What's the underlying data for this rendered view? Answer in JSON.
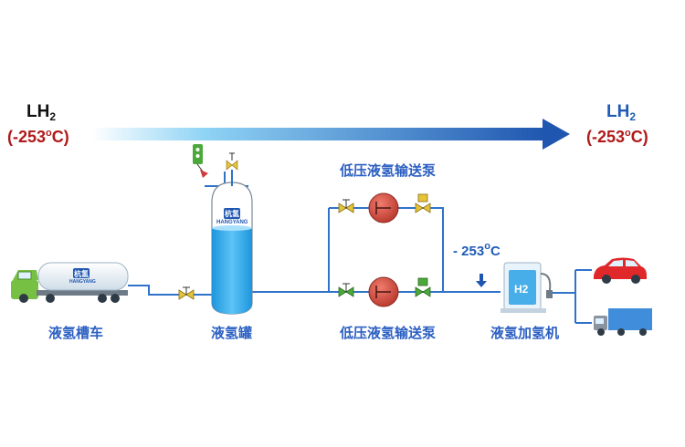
{
  "header": {
    "left": {
      "main": "LH",
      "sub": "2",
      "temp": "(-253",
      "temp_sup": "o",
      "temp_unit": "C)"
    },
    "right": {
      "main": "LH",
      "sub": "2",
      "temp": "(-253",
      "temp_sup": "o",
      "temp_unit": "C)"
    }
  },
  "labels": {
    "truck": "液氢槽车",
    "tank": "液氢罐",
    "pump_top": "低压液氢输送泵",
    "pump_bottom": "低压液氢输送泵",
    "dispenser": "液氢加氢机",
    "pipe_temp": "- 253",
    "pipe_temp_sup": "o",
    "pipe_temp_unit": "C"
  },
  "logos": {
    "truck_logo": "杭氢",
    "truck_brand": "HANGYANG",
    "tank_logo": "杭氢",
    "tank_brand": "HANGYANG",
    "dispenser_text": "H2"
  },
  "colors": {
    "arrow": "#1f5cb5",
    "pipe": "#2f73c9",
    "tank_liquid": "#33aef0",
    "truck_cab": "#76c043",
    "pump": "#d2483b",
    "temp_red": "#b01a1a",
    "label_blue": "#2b5fc2"
  }
}
